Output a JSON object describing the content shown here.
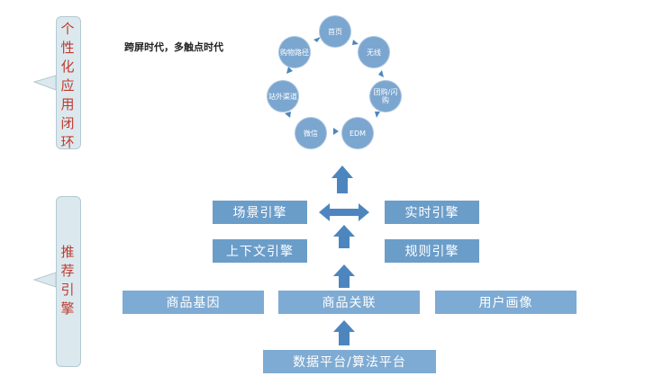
{
  "side_labels": {
    "top": "个性化应用闭环",
    "bottom": "推荐引擎"
  },
  "slogan": "跨屏时代，多触点时代",
  "cycle_nodes": [
    "首页",
    "无线",
    "团购/闪购",
    "EDM",
    "微信",
    "站外渠道",
    "购物路径"
  ],
  "engines": {
    "scene": "场景引擎",
    "realtime": "实时引擎",
    "context": "上下文引擎",
    "rules": "规则引擎"
  },
  "base": {
    "gene": "商品基因",
    "relation": "商品关联",
    "profile": "用户画像"
  },
  "platform": "数据平台/算法平台",
  "colors": {
    "bar": "#6b9dc9",
    "accent_text": "#c0392b",
    "side_box": "#dbe9ef"
  }
}
